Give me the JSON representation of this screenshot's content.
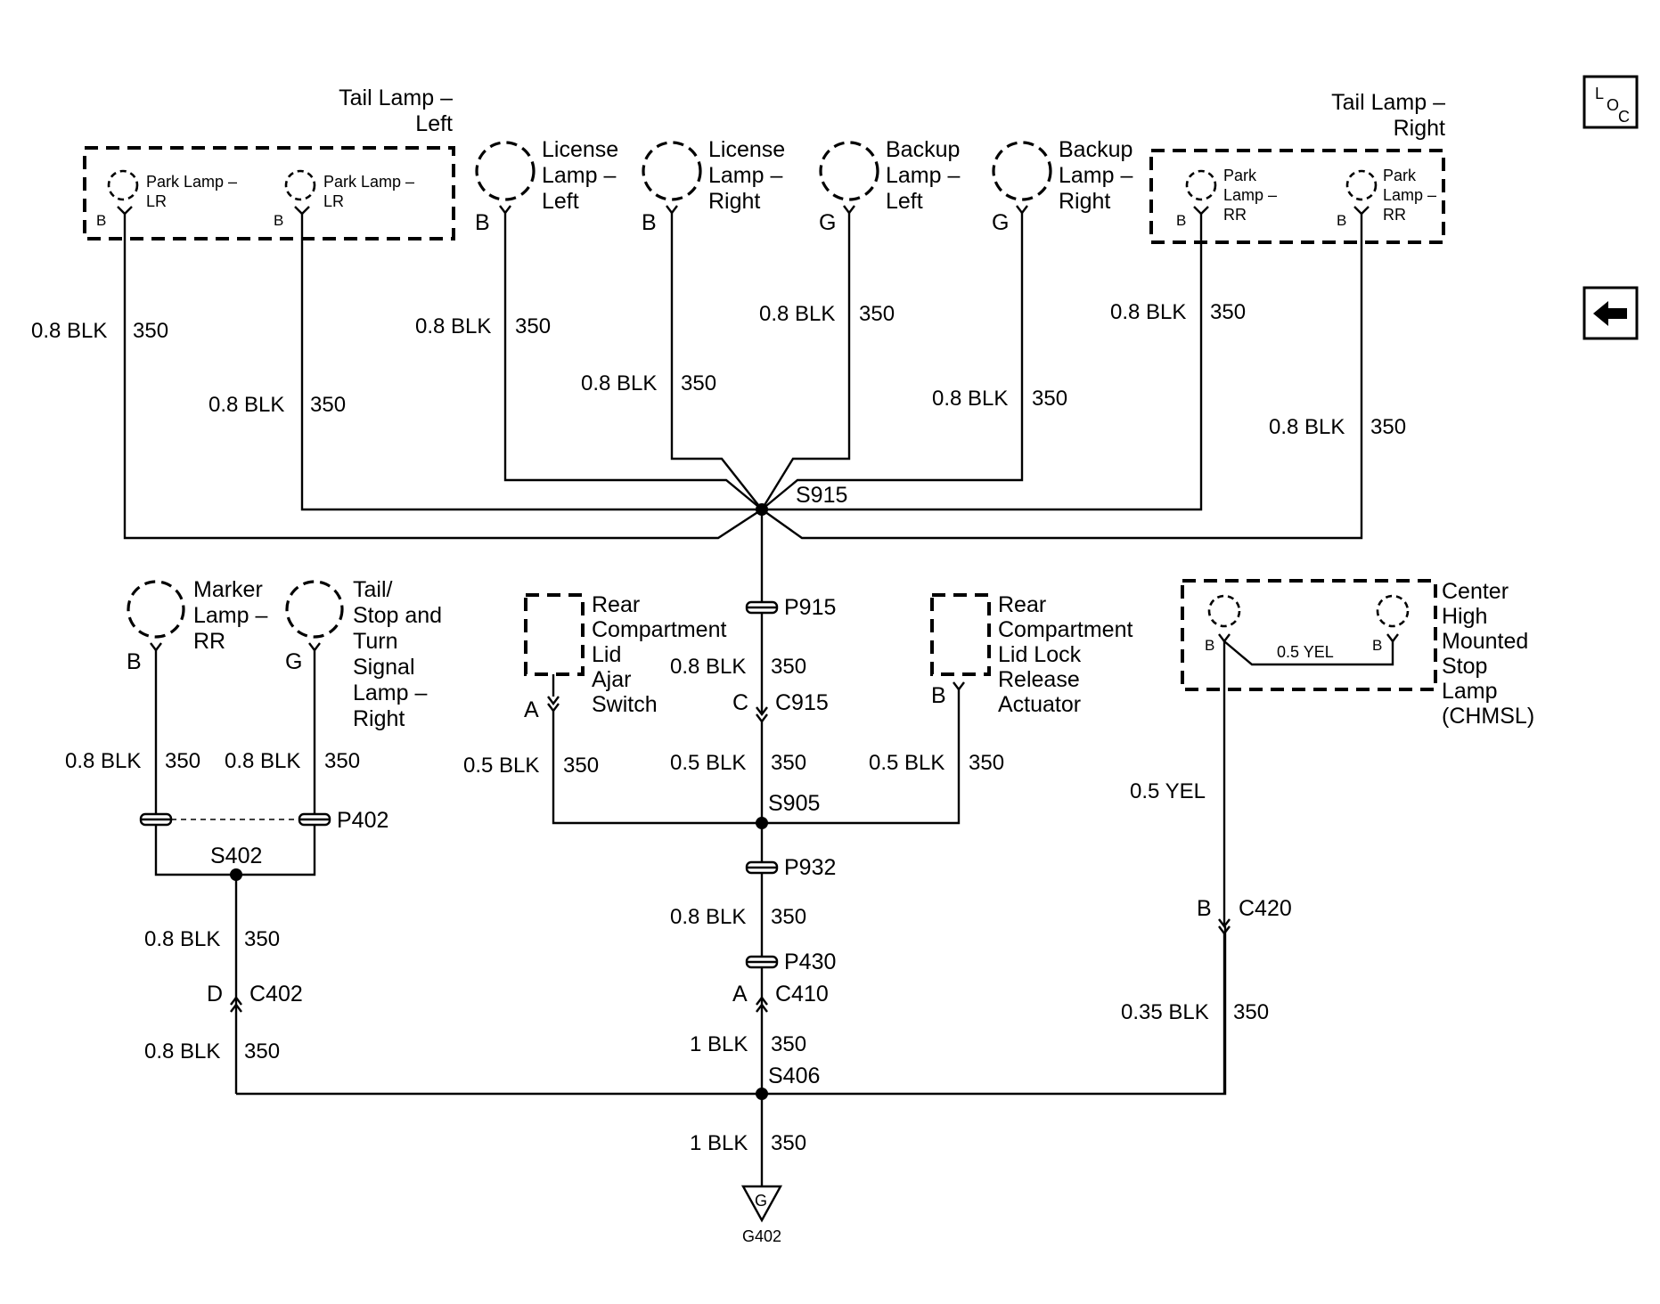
{
  "components": {
    "tail_lamp_left": "Tail Lamp –\nLeft",
    "park_lamp_lr": "Park Lamp –\nLR",
    "license_lamp_left": "License\nLamp –\nLeft",
    "license_lamp_right": "License\nLamp –\nRight",
    "backup_lamp_left": "Backup\nLamp –\nLeft",
    "backup_lamp_right": "Backup\nLamp –\nRight",
    "tail_lamp_right": "Tail Lamp –\nRight",
    "park_lamp_rr": "Park\nLamp –\nRR",
    "marker_lamp_rr": "Marker\nLamp –\nRR",
    "tail_stop_turn_right": "Tail/\nStop and\nTurn\nSignal\nLamp –\nRight",
    "rear_lid_ajar": "Rear\nCompartment\nLid\nAjar\nSwitch",
    "rear_lid_lock": "Rear\nCompartment\nLid Lock\nRelease\nActuator",
    "chmsl": "Center\nHigh\nMounted\nStop\nLamp\n(CHMSL)",
    "ground": "G402"
  },
  "wire": {
    "blk08": "0.8 BLK",
    "blk05": "0.5 BLK",
    "blk1": "1 BLK",
    "blk035": "0.35 BLK",
    "yel05": "0.5 YEL",
    "circuit": "350"
  },
  "splices": {
    "s915": "S915",
    "s905": "S905",
    "s402": "S402",
    "s406": "S406"
  },
  "connectors": {
    "p915": "P915",
    "c915": "C915",
    "p932": "P932",
    "p430": "P430",
    "c410": "C410",
    "p402": "P402",
    "c402": "C402",
    "c420": "C420"
  },
  "pins": {
    "a": "A",
    "b": "B",
    "c": "C",
    "d": "D",
    "g": "G"
  },
  "nav": {
    "loc": "LOC",
    "back": "back"
  }
}
